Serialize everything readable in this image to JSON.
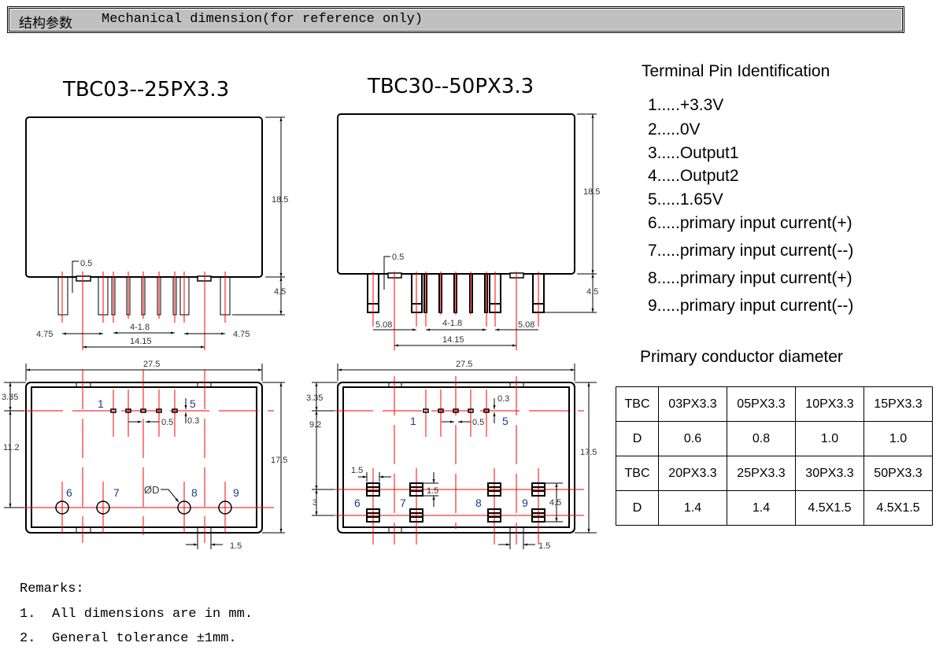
{
  "header": {
    "title_cn": "结构参数",
    "title_en": "Mechanical dimension(for reference only)"
  },
  "models": [
    "TBC03--25PX3.3",
    "TBC30--50PX3.3"
  ],
  "dims_left": {
    "body_h": "18.5",
    "pin_h": "4.5",
    "notch": "0.5",
    "side_l": "4.75",
    "pitch": "4-1.8",
    "span": "14.15",
    "side_r": "4.75",
    "width": "27.5",
    "top": "3.35",
    "mid": "11.2",
    "height": "17.5",
    "pad_w": "0.5",
    "pad_h": "0.3",
    "slot": "1.5",
    "hole": "ØD"
  },
  "dims_right": {
    "body_h": "18.5",
    "pin_h": "4.5",
    "notch": "0.5",
    "side_l": "5.08",
    "pitch": "4-1.8",
    "span": "14.15",
    "side_r": "5.08",
    "width": "27.5",
    "top": "3.35",
    "mid": "9.2",
    "row_gap": "3",
    "height": "17.5",
    "pad_w": "0.5",
    "pad_h": "0.3",
    "slot": "1.5",
    "pin_w": "1.5",
    "pin_len": "1.5",
    "pair": "4.5"
  },
  "pin_labels": [
    "1",
    "5",
    "6",
    "7",
    "8",
    "9"
  ],
  "pin_ident": {
    "title": "Terminal Pin Identification",
    "items": [
      "1.....+3.3V",
      "2.....0V",
      "3.....Output1",
      "4.....Output2",
      "5.....1.65V",
      "6.....primary input current(+)",
      "7.....primary input current(--)",
      "8.....primary input current(+)",
      "9.....primary input current(--)"
    ]
  },
  "conductor": {
    "title": "Primary conductor diameter",
    "rows": [
      [
        "TBC",
        "03PX3.3",
        "05PX3.3",
        "10PX3.3",
        "15PX3.3"
      ],
      [
        "D",
        "0.6",
        "0.8",
        "1.0",
        "1.0"
      ],
      [
        "TBC",
        "20PX3.3",
        "25PX3.3",
        "30PX3.3",
        "50PX3.3"
      ],
      [
        "D",
        "1.4",
        "1.4",
        "4.5X1.5",
        "4.5X1.5"
      ]
    ]
  },
  "remarks": {
    "title": "Remarks:",
    "items": [
      {
        "n": "1.",
        "text": "All dimensions are in mm."
      },
      {
        "n": "2.",
        "text": "General tolerance ±1mm."
      }
    ]
  }
}
